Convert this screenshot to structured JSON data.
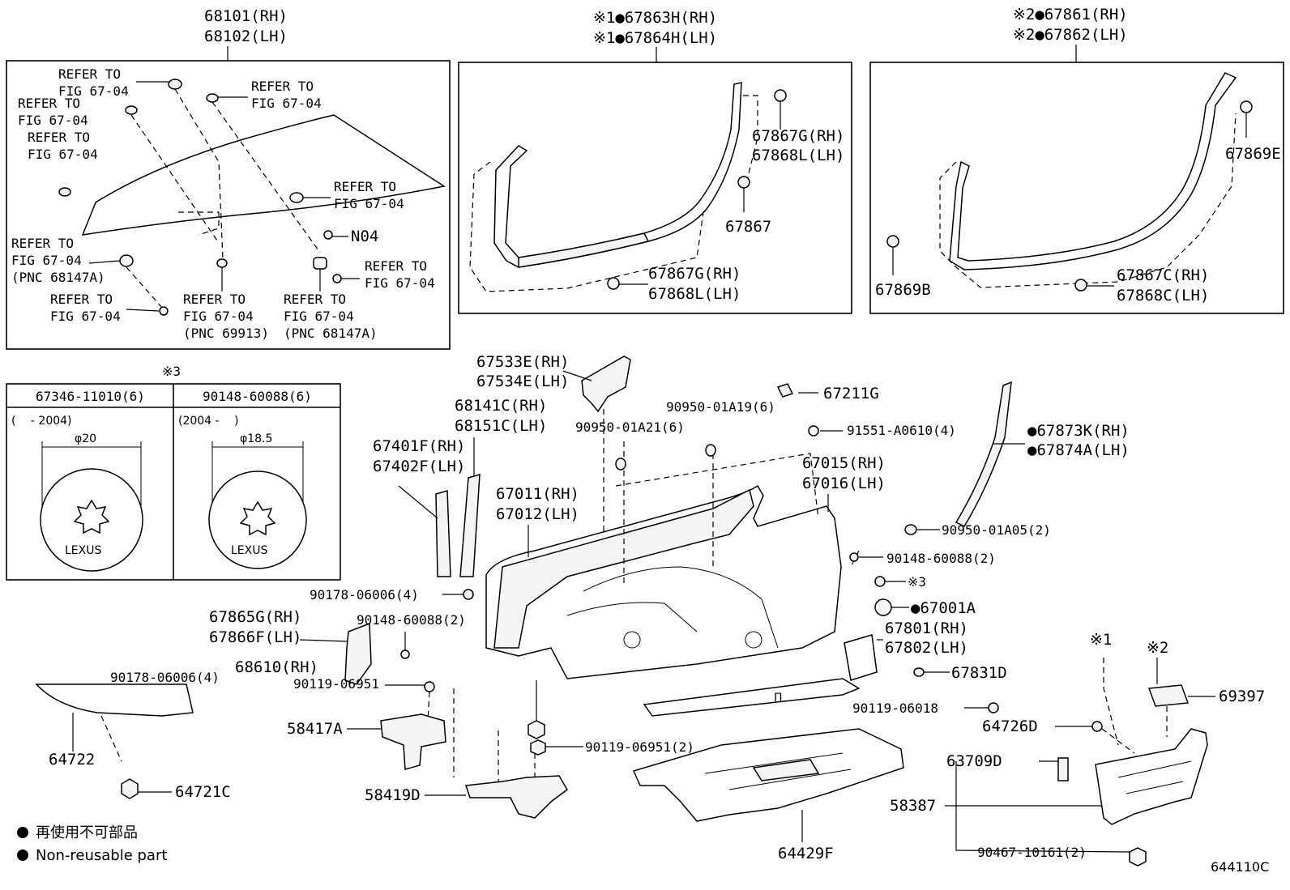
{
  "diagram_code": "644110C",
  "legend": {
    "ja": "再使用不可部品",
    "en": "Non-reusable part"
  },
  "mark3": "※3",
  "boxes": {
    "glass": {
      "title1": "68101(RH)",
      "title2": "68102(LH)",
      "refs": [
        {
          "l1": "REFER TO",
          "l2": "FIG 67-04",
          "l3": ""
        },
        {
          "l1": "REFER TO",
          "l2": "FIG 67-04",
          "l3": ""
        },
        {
          "l1": "REFER TO",
          "l2": "FIG 67-04",
          "l3": ""
        },
        {
          "l1": "REFER TO",
          "l2": "FIG 67-04",
          "l3": ""
        },
        {
          "l1": "REFER TO",
          "l2": "FIG 67-04",
          "l3": ""
        },
        {
          "l1": "REFER TO",
          "l2": "FIG 67-04",
          "l3": "(PNC 68147A)"
        },
        {
          "l1": "REFER TO",
          "l2": "FIG 67-04",
          "l3": ""
        },
        {
          "l1": "REFER TO",
          "l2": "FIG 67-04",
          "l3": "(PNC 69913)"
        },
        {
          "l1": "REFER TO",
          "l2": "FIG 67-04",
          "l3": "(PNC 68147A)"
        },
        {
          "l1": "REFER TO",
          "l2": "FIG 67-04",
          "l3": ""
        }
      ],
      "n04": "N04"
    },
    "weather1": {
      "title1": "※1●67863H(RH)",
      "title2": "※1●67864H(LH)",
      "a1": "67867G(RH)",
      "a2": "67868L(LH)",
      "b": "67867",
      "c1": "67867G(RH)",
      "c2": "67868L(LH)"
    },
    "weather2": {
      "title1": "※2●67861(RH)",
      "title2": "※2●67862(LH)",
      "a": "67869E",
      "b": "67869B",
      "c1": "67867C(RH)",
      "c2": "67868C(LH)"
    },
    "cap_table": {
      "col1_head": "67346-11010(6)",
      "col2_head": "90148-60088(6)",
      "col1_range": "(　 - 2004)",
      "col2_range": "(2004 -　 )",
      "col1_dim": "φ20",
      "col2_dim": "φ18.5",
      "brand": "LEXUS"
    }
  },
  "labels": {
    "l67533": [
      "67533E(RH)",
      "67534E(LH)"
    ],
    "l68141": [
      "68141C(RH)",
      "68151C(LH)"
    ],
    "l67401": [
      "67401F(RH)",
      "67402F(LH)"
    ],
    "l67011": [
      "67011(RH)",
      "67012(LH)"
    ],
    "l67015": [
      "67015(RH)",
      "67016(LH)"
    ],
    "l67211": "67211G",
    "l9095021": "90950-01A21(6)",
    "l9095019": "90950-01A19(6)",
    "l91551": "91551-A0610(4)",
    "l67873": [
      "●67873K(RH)",
      "●67874A(LH)"
    ],
    "l9095005": "90950-01A05(2)",
    "l9014860a": "90148-60088(2)",
    "lx3": "※3",
    "l67001": "●67001A",
    "l67801": [
      "67801(RH)",
      "67802(LH)"
    ],
    "l67831": "67831D",
    "l90178a": "90178-06006(4)",
    "l9014860b": "90148-60088(2)",
    "l67865": [
      "67865G(RH)",
      "67866F(LH)"
    ],
    "l68610": "68610(RH)",
    "l90178b": "90178-06006(4)",
    "l90119a": "90119-06951",
    "l58417": "58417A",
    "l90119b": "90119-06951(2)",
    "l58419": "58419D",
    "l64722": "64722",
    "l64721": "64721C",
    "l64429": "64429F",
    "l90119c": "90119-06018",
    "lx1": "※1",
    "lx2": "※2",
    "l69397": "69397",
    "l64726": "64726D",
    "l63709": "63709D",
    "l58387": "58387",
    "l90467": "90467-10161(2)"
  }
}
